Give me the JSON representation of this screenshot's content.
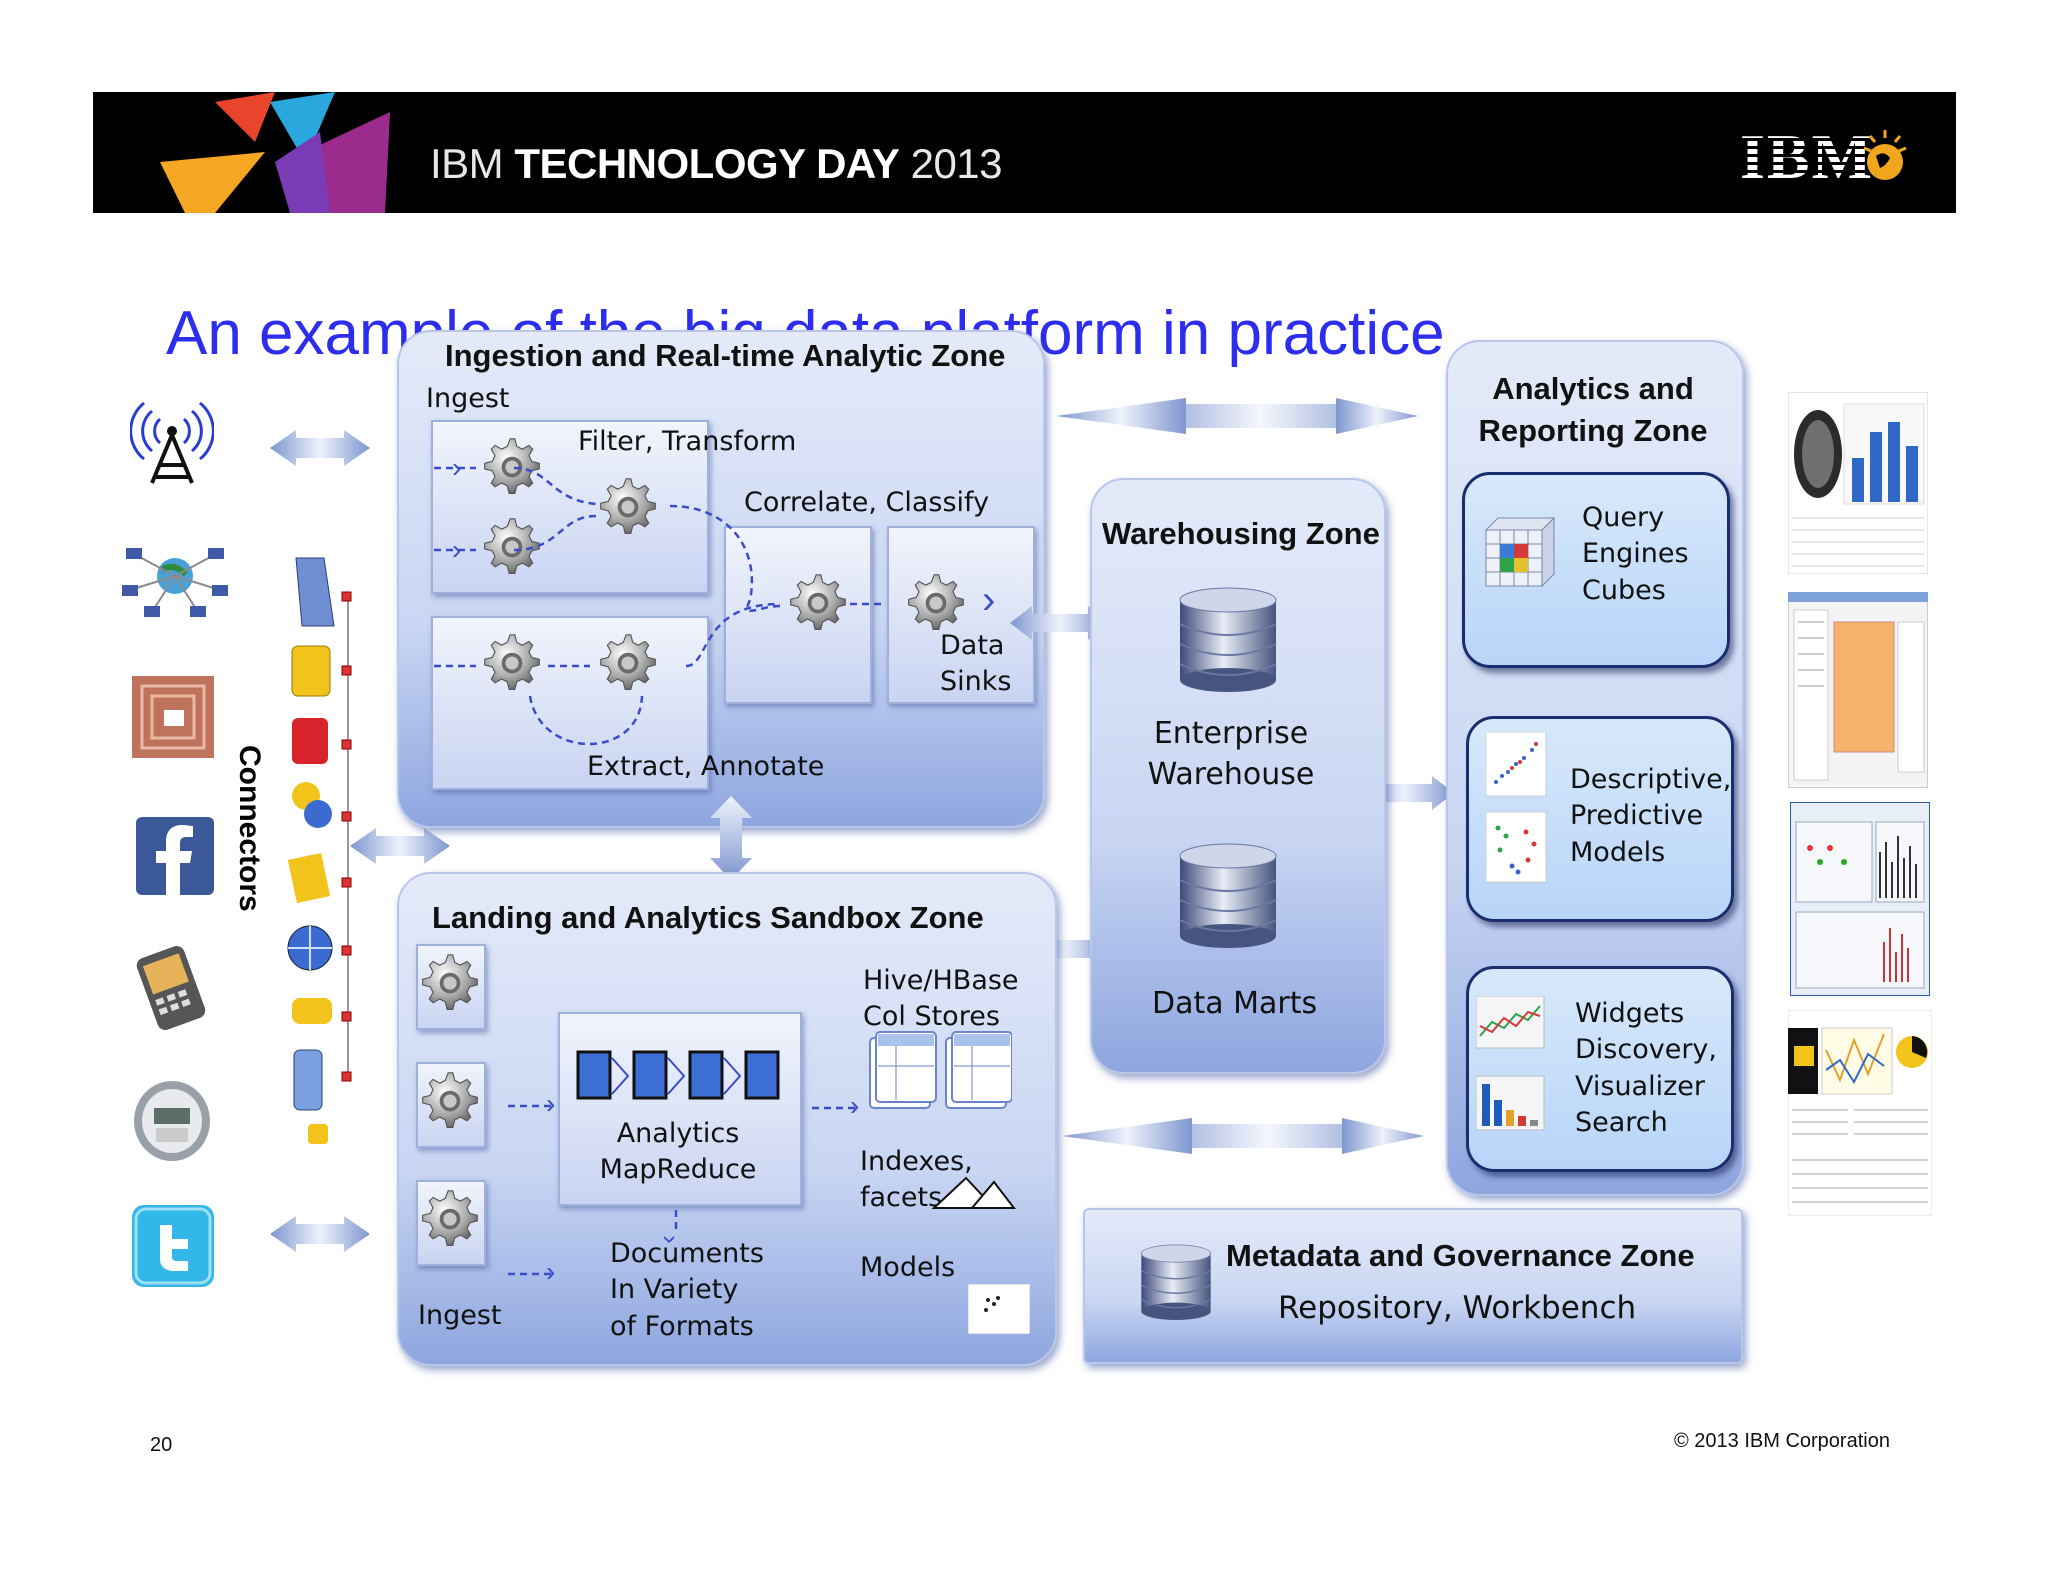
{
  "header": {
    "brand_prefix": "IBM ",
    "brand_bold": "TECHNOLOGY DAY",
    "brand_year": " 2013",
    "ibm_logo": "IBM"
  },
  "slide_title": "An example of the big data platform in practice",
  "connectors_label": "Connectors",
  "ingestion_zone": {
    "title": "Ingestion and Real-time Analytic Zone",
    "ingest": "Ingest",
    "filter": "Filter, Transform",
    "correlate": "Correlate, Classify",
    "extract": "Extract, Annotate",
    "data_sinks": [
      "Data",
      "Sinks"
    ]
  },
  "warehousing_zone": {
    "title": "Warehousing Zone",
    "enterprise": [
      "Enterprise",
      "Warehouse"
    ],
    "marts": "Data Marts"
  },
  "analytics_zone": {
    "title": [
      "Analytics and",
      "Reporting Zone"
    ],
    "query": [
      "Query",
      "Engines",
      "Cubes"
    ],
    "descriptive": [
      "Descriptive,",
      "Predictive",
      "Models"
    ],
    "widgets": [
      "Widgets",
      "Discovery,",
      "Visualizer",
      "Search"
    ]
  },
  "landing_zone": {
    "title": "Landing and Analytics Sandbox Zone",
    "hive": [
      "Hive/HBase",
      "Col Stores"
    ],
    "analytics": [
      "Analytics",
      "MapReduce"
    ],
    "indexes": [
      "Indexes,",
      "facets"
    ],
    "documents": [
      "Documents",
      "In Variety",
      "of Formats"
    ],
    "models": "Models",
    "ingest": "Ingest"
  },
  "metadata_zone": {
    "title": "Metadata and Governance  Zone",
    "subtitle": "Repository, Workbench"
  },
  "footer": {
    "page_number": "20",
    "copyright": "© 2013 IBM Corporation"
  },
  "colors": {
    "title_blue": "#2d2df0",
    "zone_fill": "#c9d6f3",
    "card_border": "#1a2d6e",
    "banner": "#000000"
  }
}
